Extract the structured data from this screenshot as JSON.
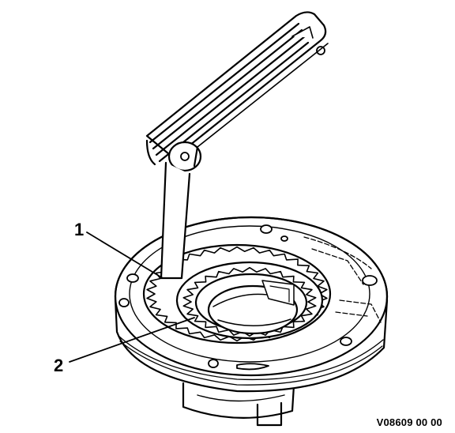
{
  "callouts": [
    {
      "id": "1",
      "text": "1"
    },
    {
      "id": "2",
      "text": "2"
    }
  ],
  "figure_code": "V08609 00 00",
  "colors": {
    "ink": "#000000",
    "paper": "#ffffff"
  }
}
